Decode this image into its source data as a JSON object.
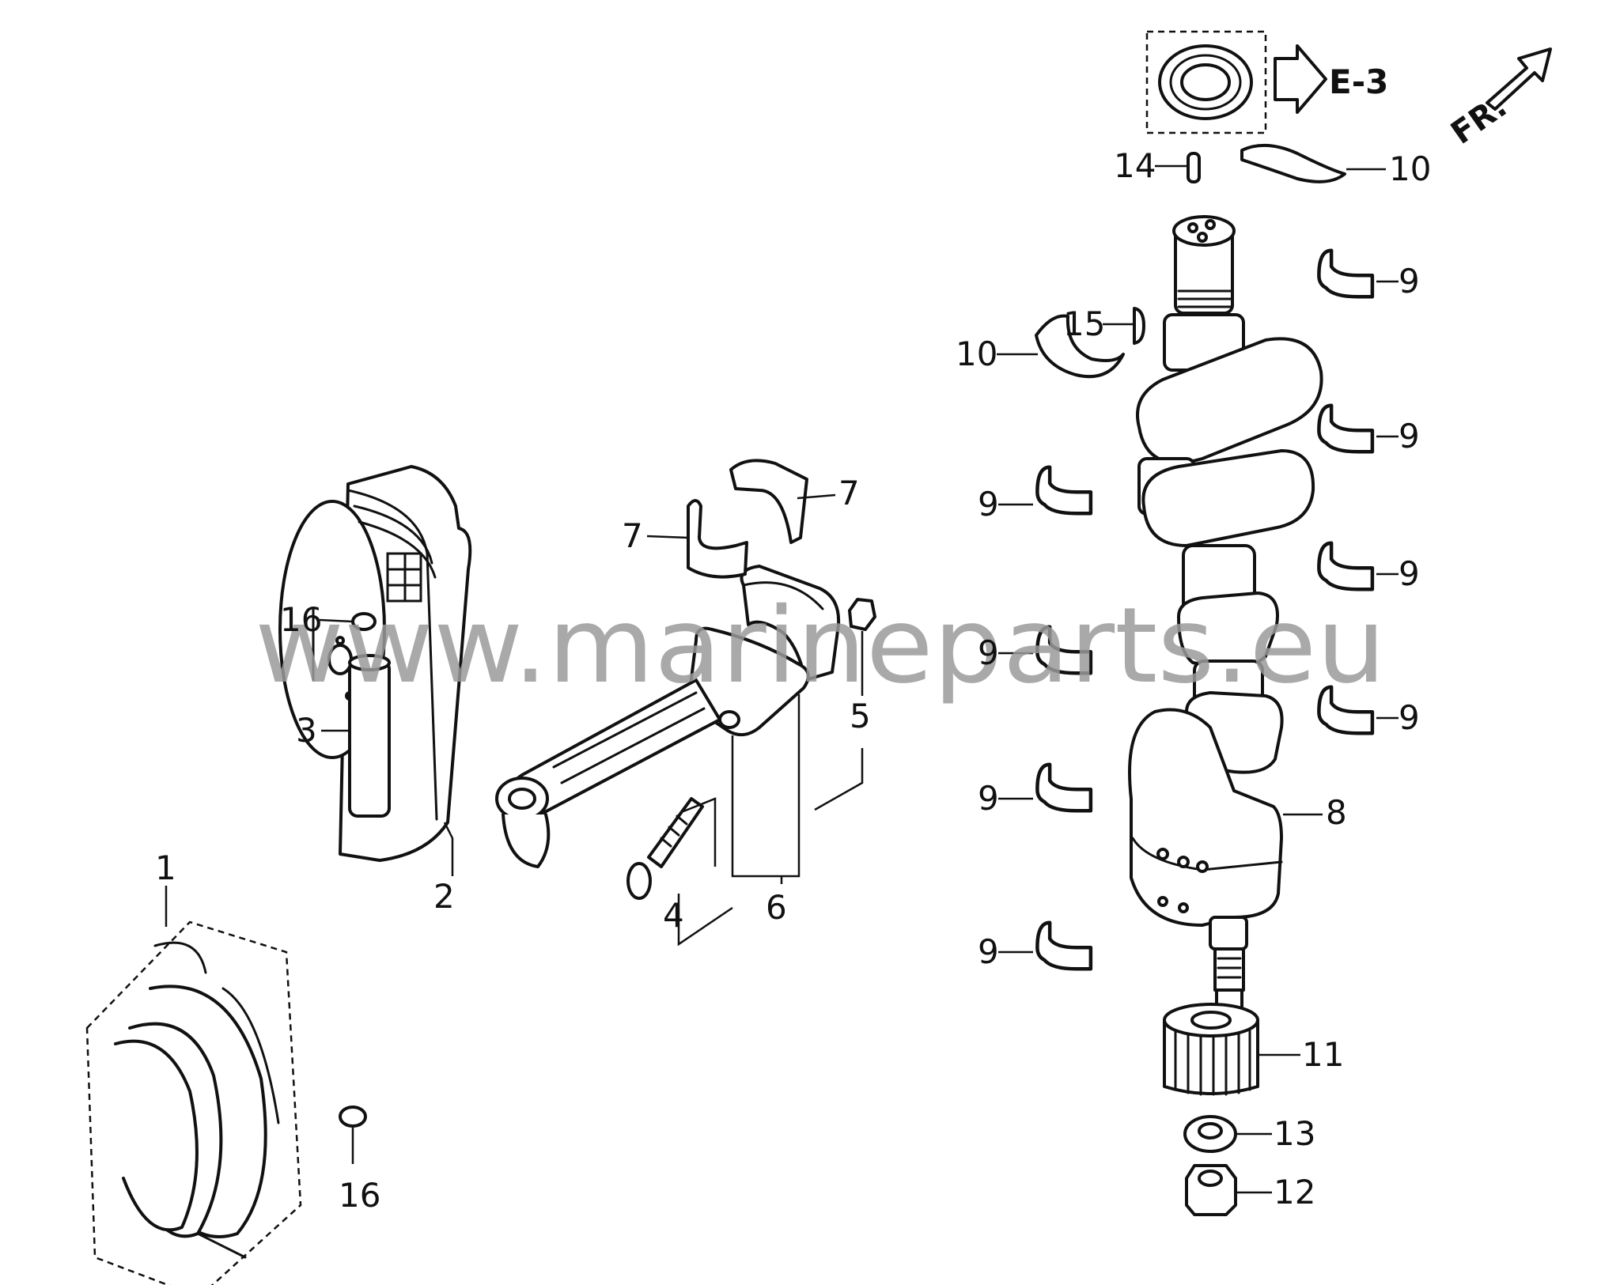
{
  "diagram": {
    "watermark": "www.marineparts.eu",
    "direction_label": "FR.",
    "reference_label": "E-3",
    "callouts": [
      {
        "id": "c1",
        "label": "1"
      },
      {
        "id": "c2",
        "label": "2"
      },
      {
        "id": "c3",
        "label": "3"
      },
      {
        "id": "c4",
        "label": "4"
      },
      {
        "id": "c5",
        "label": "5"
      },
      {
        "id": "c6",
        "label": "6"
      },
      {
        "id": "c7a",
        "label": "7"
      },
      {
        "id": "c7b",
        "label": "7"
      },
      {
        "id": "c8",
        "label": "8"
      },
      {
        "id": "c9a",
        "label": "9"
      },
      {
        "id": "c9b",
        "label": "9"
      },
      {
        "id": "c9c",
        "label": "9"
      },
      {
        "id": "c9d",
        "label": "9"
      },
      {
        "id": "c9e",
        "label": "9"
      },
      {
        "id": "c9f",
        "label": "9"
      },
      {
        "id": "c9g",
        "label": "9"
      },
      {
        "id": "c9h",
        "label": "9"
      },
      {
        "id": "c10a",
        "label": "10"
      },
      {
        "id": "c10b",
        "label": "10"
      },
      {
        "id": "c11",
        "label": "11"
      },
      {
        "id": "c12",
        "label": "12"
      },
      {
        "id": "c13",
        "label": "13"
      },
      {
        "id": "c14",
        "label": "14"
      },
      {
        "id": "c15",
        "label": "15"
      },
      {
        "id": "c16a",
        "label": "16"
      },
      {
        "id": "c16b",
        "label": "16"
      }
    ]
  }
}
